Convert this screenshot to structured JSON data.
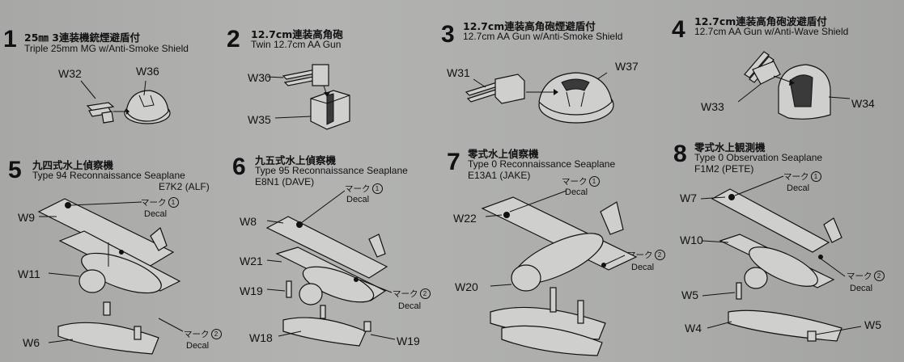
{
  "steps": [
    {
      "num": "1",
      "jp": "25㎜ 3連装機銃煙避盾付",
      "en": "Triple 25mm MG w/Anti-Smoke Shield",
      "parts": [
        "W32",
        "W36"
      ]
    },
    {
      "num": "2",
      "jp": "12.7cm連装高角砲",
      "en": "Twin 12.7cm  AA Gun",
      "parts": [
        "W30",
        "W35"
      ]
    },
    {
      "num": "3",
      "jp": "12.7cm連装高角砲煙避盾付",
      "en": "12.7cm  AA Gun w/Anti-Smoke Shield",
      "parts": [
        "W31",
        "W37"
      ]
    },
    {
      "num": "4",
      "jp": "12.7cm連装高角砲波避盾付",
      "en": "12.7cm  AA Gun w/Anti-Wave Shield",
      "parts": [
        "W33",
        "W34"
      ]
    },
    {
      "num": "5",
      "jp": "九四式水上偵察機",
      "en": "Type 94 Reconnaissance Seaplane",
      "sub": "E7K2 (ALF)",
      "parts": [
        "W9",
        "W11",
        "W6"
      ]
    },
    {
      "num": "6",
      "jp": "九五式水上偵察機",
      "en": "Type 95 Reconnaissance Seaplane",
      "sub": "E8N1 (DAVE)",
      "parts": [
        "W8",
        "W21",
        "W19",
        "W18",
        "W19"
      ]
    },
    {
      "num": "7",
      "jp": "零式水上偵察機",
      "en": "Type 0 Reconnaissance Seaplane",
      "sub": "E13A1 (JAKE)",
      "parts": [
        "W22",
        "W20"
      ]
    },
    {
      "num": "8",
      "jp": "零式水上観測機",
      "en": "Type 0 Observation Seaplane",
      "sub": "F1M2 (PETE)",
      "parts": [
        "W7",
        "W10",
        "W5",
        "W4",
        "W5"
      ]
    }
  ],
  "decal_mark_jp": "マーク",
  "decal_en": "Decal",
  "decal_numbers": [
    "1",
    "2"
  ]
}
